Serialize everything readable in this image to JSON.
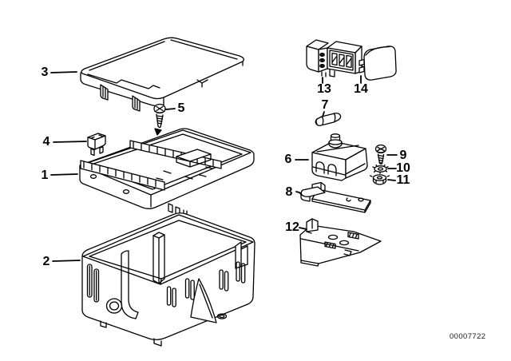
{
  "diagram": {
    "type": "exploded-parts-diagram",
    "subject": "fuse-box-assembly",
    "doc_number": "00007722",
    "background_color": "#ffffff",
    "line_color": "#000000",
    "callouts": [
      {
        "label": "1",
        "part": "fuse-box-upper-section"
      },
      {
        "label": "2",
        "part": "fuse-box-lower-housing"
      },
      {
        "label": "3",
        "part": "cover-lid"
      },
      {
        "label": "4",
        "part": "blade-fuse"
      },
      {
        "label": "5",
        "part": "cover-screw"
      },
      {
        "label": "6",
        "part": "cap-cover"
      },
      {
        "label": "7",
        "part": "tubular-fuse"
      },
      {
        "label": "8",
        "part": "flat-bracket"
      },
      {
        "label": "9",
        "part": "screw"
      },
      {
        "label": "10",
        "part": "lock-washer"
      },
      {
        "label": "11",
        "part": "nut"
      },
      {
        "label": "12",
        "part": "bracket-plate"
      },
      {
        "label": "13",
        "part": "relay-with-socket"
      },
      {
        "label": "14",
        "part": "relay-cover"
      }
    ]
  }
}
